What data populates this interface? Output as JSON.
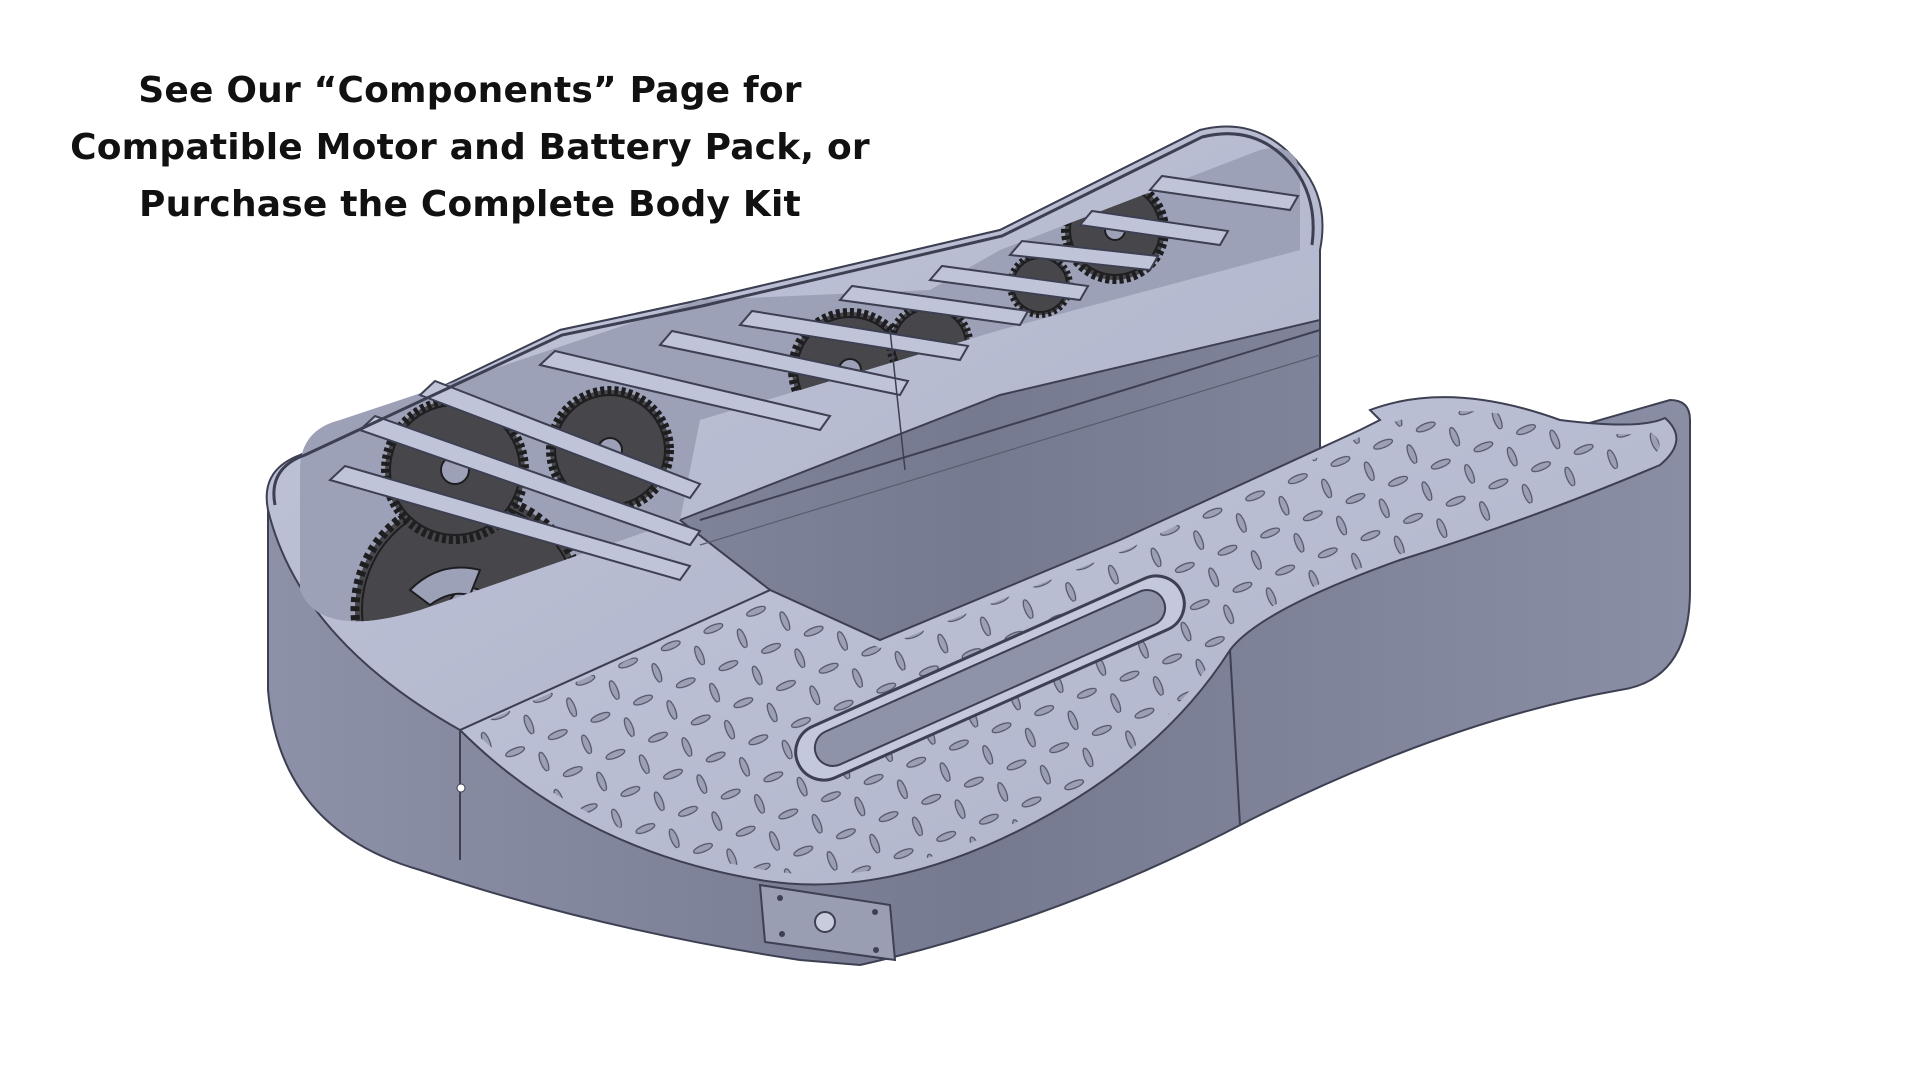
{
  "caption": {
    "line1": "See Our “Components” Page for",
    "line2": "Compatible Motor and Battery Pack, or",
    "line3": "Purchase the Complete Body Kit"
  },
  "render": {
    "body_top_color": "#b7bbd1",
    "body_side_color": "#7e8299",
    "body_edge_color": "#3d4052",
    "gear_color": "#48484c",
    "icons": [
      "guitar-body-render",
      "gear-icon",
      "diamond-plate-pattern",
      "jack-plate-icon"
    ]
  }
}
